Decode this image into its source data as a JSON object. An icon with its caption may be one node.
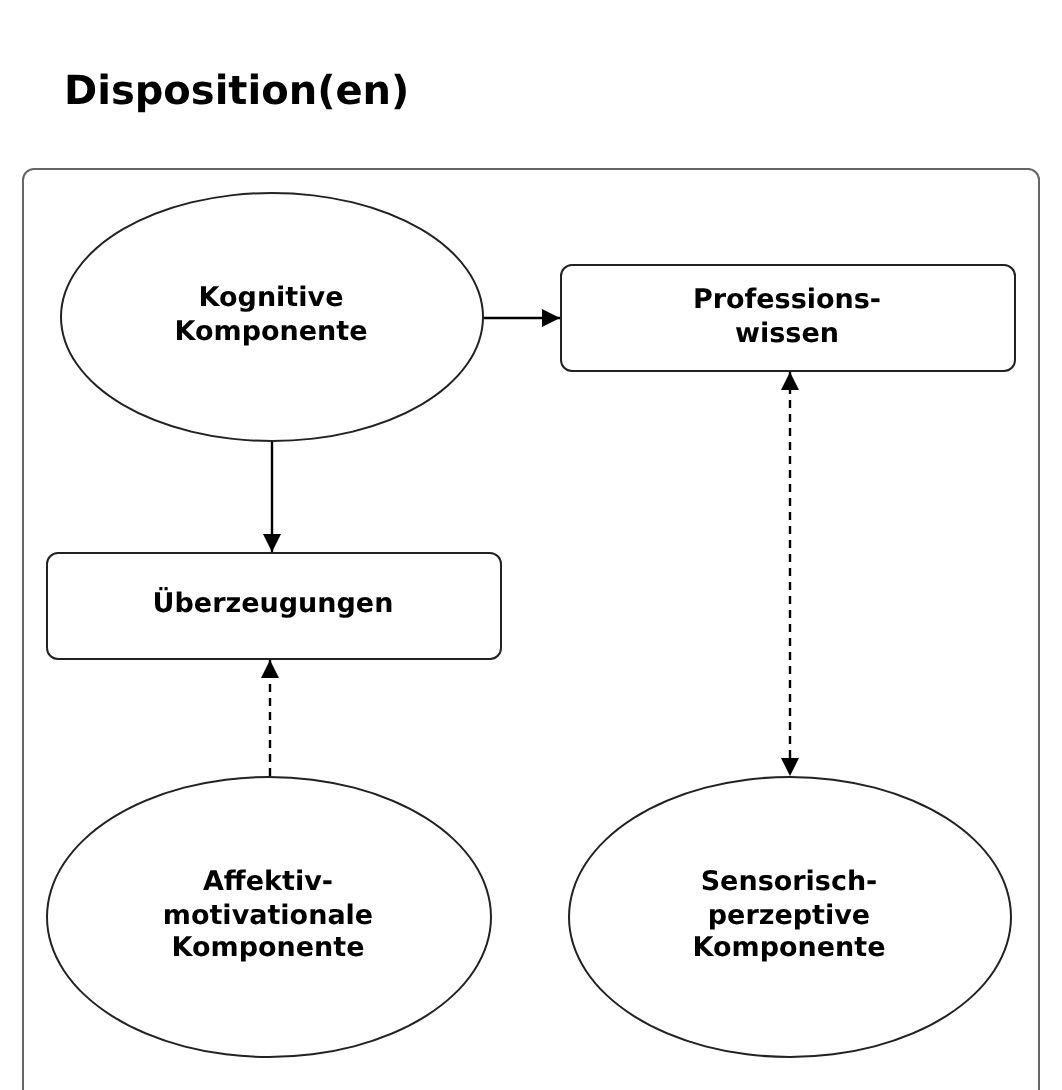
{
  "diagram": {
    "nodes": [
      {
        "text": [
          "Disposition(en)"
        ]
      },
      {
        "text": [
          "Kognitive Komponente"
        ],
        "in": 0
      },
      {
        "text": [
          "Professions- wissen"
        ],
        "in": 0
      },
      {
        "text": [
          "Überzeugungen"
        ],
        "in": 0
      },
      {
        "text": [
          "Affektiv- motivationale Komponente"
        ],
        "in": 0
      },
      {
        "text": [
          "Sensorisch- perzeptive Komponente"
        ],
        "in": 0
      }
    ],
    "edges": [
      {
        "from": 1,
        "to": 2,
        "arrow": "to"
      },
      {
        "from": 1,
        "to": 3,
        "arrow": "to"
      },
      {
        "from": 4,
        "to": 3,
        "arrow": "to",
        "style": "dashed"
      },
      {
        "from": 2,
        "to": 5,
        "arrow": "both",
        "style": "dashed"
      }
    ]
  }
}
